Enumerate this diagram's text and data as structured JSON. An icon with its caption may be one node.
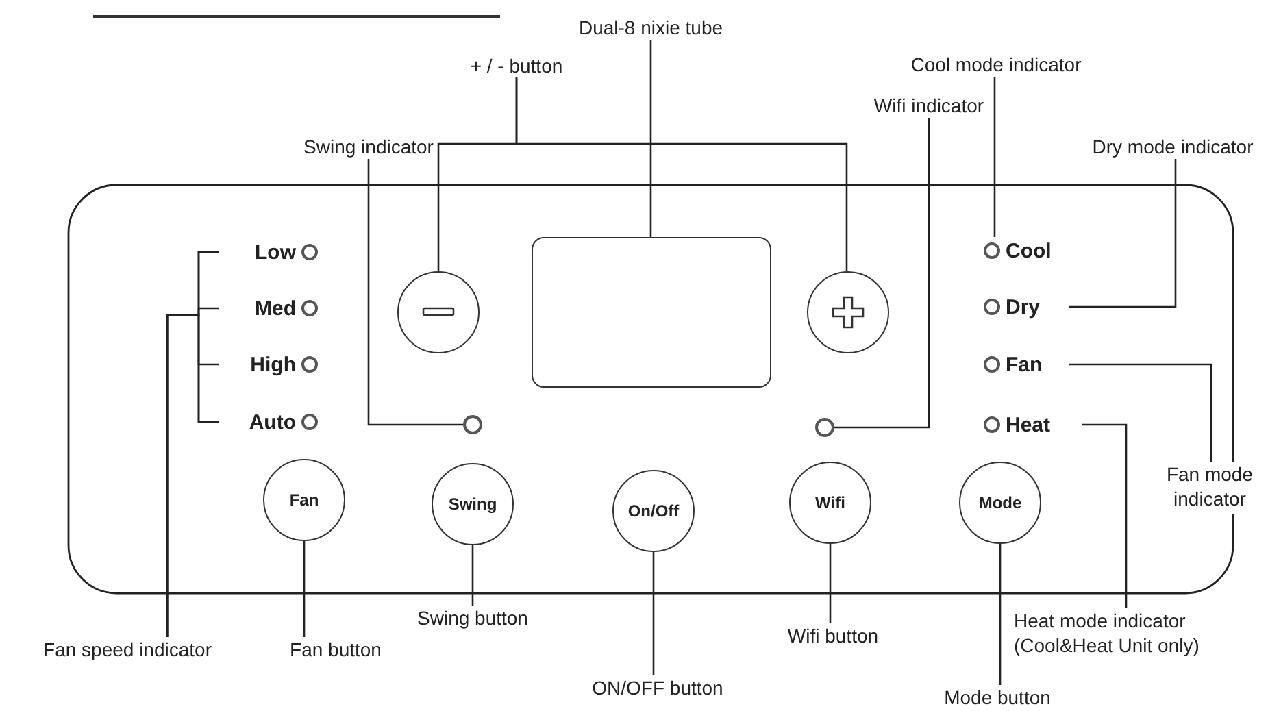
{
  "diagram": {
    "nodes": [
      {
        "text": [
          "Dual-8 nixie tube"
        ]
      },
      {
        "text": [
          "+ / - button"
        ]
      },
      {
        "text": [
          "Cool mode indicator"
        ]
      },
      {
        "text": [
          "Swing indicator"
        ]
      },
      {
        "text": [
          "Wifi indicator"
        ]
      },
      {
        "text": [
          "Dry mode indicator"
        ]
      },
      {
        "text": [
          "Low"
        ]
      },
      {
        "text": [
          "Cool"
        ]
      },
      {
        "text": [
          "Med"
        ]
      },
      {
        "text": [],
        "shape": "circle"
      },
      {
        "text": [],
        "shape": "box"
      },
      {
        "text": [],
        "shape": "circle"
      },
      {
        "text": [
          "Dry"
        ]
      },
      {
        "text": [
          "High"
        ]
      },
      {
        "text": [
          "Fan"
        ]
      },
      {
        "text": [
          "Auto"
        ]
      },
      {
        "text": [],
        "shape": "circle"
      },
      {
        "text": [],
        "shape": "circle"
      },
      {
        "text": [
          "Heat"
        ]
      },
      {
        "text": [
          "Fan mode indicator"
        ]
      },
      {
        "text": [
          "Fan"
        ]
      },
      {
        "text": [
          "Swing"
        ]
      },
      {
        "text": [
          "On/Off"
        ]
      },
      {
        "text": [
          "Wifi"
        ]
      },
      {
        "text": [
          "Mode"
        ]
      },
      {
        "text": [
          "Heat mode indicator (Cool&Heat Unit only)"
        ]
      },
      {
        "text": [
          "Swing button"
        ]
      },
      {
        "text": [
          "Fan speed indicator"
        ]
      },
      {
        "text": [
          "Fan button"
        ]
      },
      {
        "text": [
          "Wifi button"
        ]
      },
      {
        "text": [
          "ON/OFF button"
        ]
      },
      {
        "text": [
          "Mode button"
        ]
      }
    ],
    "edges": [
      {
        "from": 0,
        "to": 10,
        "arrow": "none"
      },
      {
        "from": 1,
        "to": 9,
        "arrow": "none"
      },
      {
        "from": 1,
        "to": 11,
        "arrow": "none"
      },
      {
        "from": 2,
        "to": 7,
        "arrow": "none"
      },
      {
        "from": 3,
        "to": 16,
        "arrow": "none"
      },
      {
        "from": 4,
        "to": 17,
        "arrow": "none"
      },
      {
        "from": 5,
        "to": 12,
        "arrow": "none"
      },
      {
        "from": 19,
        "to": 14,
        "arrow": "none"
      },
      {
        "from": 25,
        "to": 18,
        "arrow": "none"
      },
      {
        "from": 27,
        "to": 6,
        "arrow": "none"
      },
      {
        "from": 27,
        "to": 8,
        "arrow": "none"
      },
      {
        "from": 27,
        "to": 13,
        "arrow": "none"
      },
      {
        "from": 27,
        "to": 15,
        "arrow": "none"
      },
      {
        "from": 28,
        "to": 20,
        "arrow": "none"
      },
      {
        "from": 26,
        "to": 21,
        "arrow": "none"
      },
      {
        "from": 30,
        "to": 22,
        "arrow": "none"
      },
      {
        "from": 29,
        "to": 23,
        "arrow": "none"
      },
      {
        "from": 31,
        "to": 24,
        "arrow": "none"
      }
    ]
  }
}
